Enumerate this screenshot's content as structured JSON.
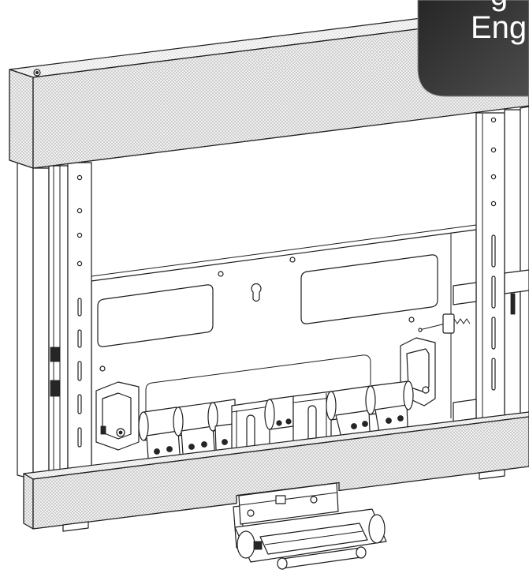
{
  "tab": {
    "line_top": "g",
    "line_main": "Eng"
  },
  "illustration": {
    "icon": "wall-mount-frame-drawing"
  },
  "colors": {
    "tab_background": "#3a3a3a",
    "tab_text": "#ffffff",
    "line": "#1e1e1e",
    "fabric": "#f4f4f4",
    "page": "#ffffff"
  }
}
